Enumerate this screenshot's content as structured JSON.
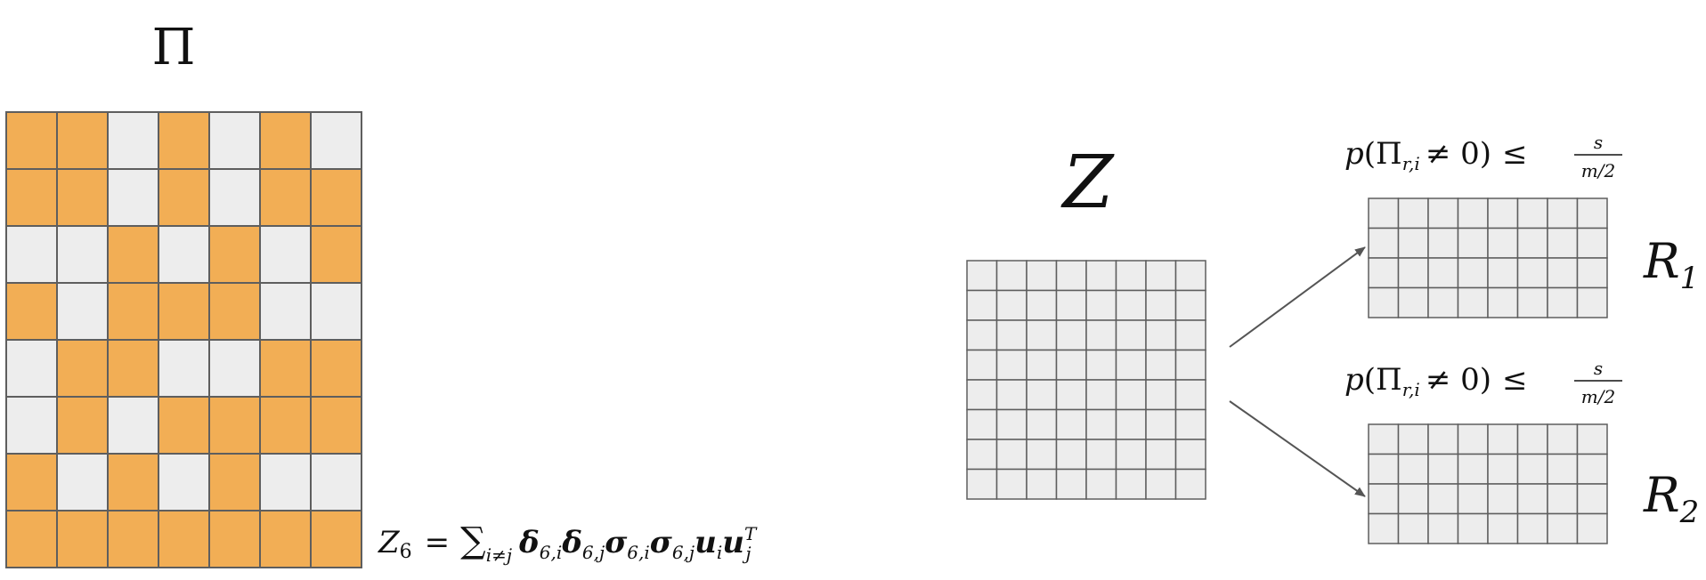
{
  "colors": {
    "orange": "#F2AE55",
    "gray": "#EDEDED",
    "grid_stroke": "#5E5E5E",
    "arrow": "#555555"
  },
  "pi_matrix": {
    "title": "Π",
    "rows": [
      [
        1,
        1,
        0,
        1,
        0,
        1,
        0
      ],
      [
        1,
        1,
        0,
        1,
        0,
        1,
        1
      ],
      [
        0,
        0,
        1,
        0,
        1,
        0,
        1
      ],
      [
        1,
        0,
        1,
        1,
        1,
        0,
        0
      ],
      [
        0,
        1,
        1,
        0,
        0,
        1,
        1
      ],
      [
        0,
        1,
        0,
        1,
        1,
        1,
        1
      ],
      [
        1,
        0,
        1,
        0,
        1,
        0,
        0
      ],
      [
        1,
        1,
        1,
        1,
        1,
        1,
        1
      ]
    ],
    "equation": {
      "lhs": "Z",
      "lhs_sub": "6",
      "eq": "=",
      "sum": "∑",
      "sum_sub": "i≠j",
      "terms": [
        {
          "base": "δ",
          "sub": "6,i"
        },
        {
          "base": "δ",
          "sub": "6,j"
        },
        {
          "base": "σ",
          "sub": "6,i"
        },
        {
          "base": "σ",
          "sub": "6,j"
        },
        {
          "base": "u",
          "sub": "i"
        },
        {
          "base": "u",
          "sub": "j",
          "sup": "T"
        }
      ]
    }
  },
  "z_matrix": {
    "title": "Z",
    "rows": 8,
    "cols": 8
  },
  "r1": {
    "label": "R",
    "label_sub": "1",
    "rows": 4,
    "cols": 8,
    "prob": {
      "p": "p",
      "open": "(",
      "base": "Π",
      "sub": "r,i",
      "neq": "≠ 0",
      "close": ")",
      "leq": "≤",
      "num": "s",
      "den": "m/2"
    }
  },
  "r2": {
    "label": "R",
    "label_sub": "2",
    "rows": 4,
    "cols": 8,
    "prob": {
      "p": "p",
      "open": "(",
      "base": "Π",
      "sub": "r,i",
      "neq": "≠ 0",
      "close": ")",
      "leq": "≤",
      "num": "s",
      "den": "m/2"
    }
  }
}
